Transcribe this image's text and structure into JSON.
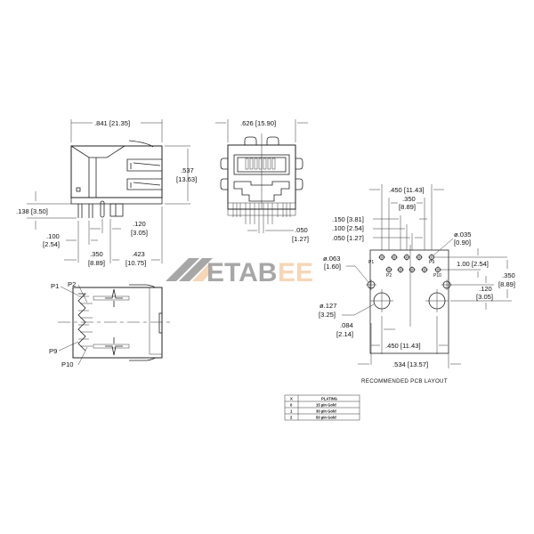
{
  "watermark": {
    "text_gray": "ETAB",
    "text_orange": "EE",
    "gray": "#8a8a8a",
    "orange": "#f3c9a0"
  },
  "side_view": {
    "overall_length": ".841 [21.35]",
    "height": ".537",
    "height_mm": "[13.63]",
    "pin_length": ".138 [3.50]",
    "pin_pitch": ".100",
    "pin_pitch_mm": "[2.54]",
    "pin_span": ".350",
    "pin_span_mm": "[8.89]",
    "post_offset": ".120",
    "post_offset_mm": "[3.05]",
    "post_to_front": ".423",
    "post_to_front_mm": "[10.75]"
  },
  "front_view": {
    "width": ".626 [15.90]",
    "pin_pitch": ".050",
    "pin_pitch_mm": "[1.27]"
  },
  "top_view": {
    "pins": [
      "P1",
      "P2",
      "P9",
      "P10"
    ]
  },
  "pcb_layout": {
    "title": "RECOMMENDED PCB LAYOUT",
    "top_span": ".450 [11.43]",
    "inner_span": ".350",
    "inner_span_mm": "[8.89]",
    "dim_150": ".150 [3.81]",
    "dim_100": ".100 [2.54]",
    "dim_050": ".050 [1.27]",
    "pin_hole": "ø.035",
    "pin_hole_mm": "[0.90]",
    "row_spacing": "1.00 [2.54]",
    "right_350": ".350",
    "right_350_mm": "[8.89]",
    "right_120": ".120",
    "right_120_mm": "[3.05]",
    "shield_hole": "ø.063",
    "shield_hole_mm": "[1.60]",
    "post_hole": "ø.127",
    "post_hole_mm": "[3.25]",
    "edge_084": ".084",
    "edge_084_mm": "[2.14]",
    "bottom_span": ".450 [11.43]",
    "overall_width": ".534 [13.57]",
    "pin_labels": [
      "P1",
      "P2",
      "P9",
      "P10"
    ]
  },
  "plating_table": {
    "headers": [
      "X",
      "PLATING"
    ],
    "rows": [
      [
        "0",
        "15 µin Gold"
      ],
      [
        "1",
        "30 µin Gold"
      ],
      [
        "2",
        "50 µin Gold"
      ]
    ]
  }
}
